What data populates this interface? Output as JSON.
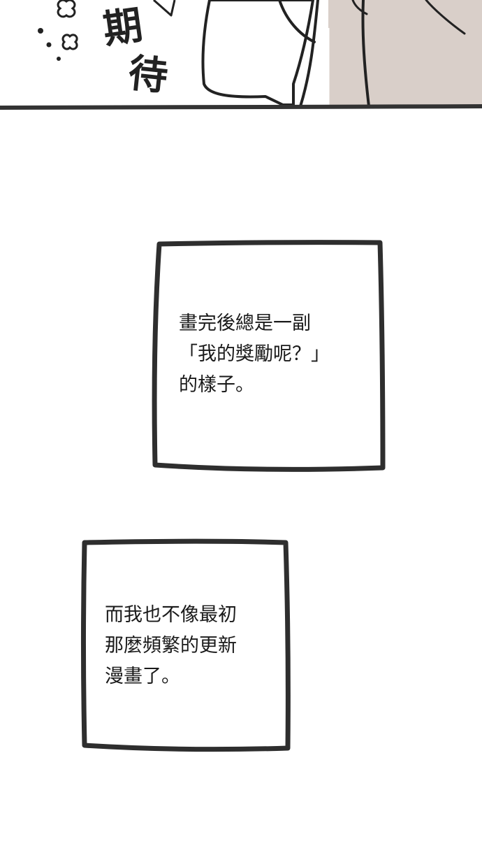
{
  "panel_top": {
    "sfx_text": [
      "期",
      "待"
    ]
  },
  "caption_1": {
    "lines": [
      "畫完後總是一副",
      "「我的獎勵呢？」",
      "的樣子。"
    ]
  },
  "caption_2": {
    "lines": [
      "而我也不像最初",
      "那麼頻繁的更新",
      "漫畫了。"
    ]
  },
  "colors": {
    "ink": "#222222",
    "tone": "#d9cfc9",
    "background": "#ffffff"
  }
}
